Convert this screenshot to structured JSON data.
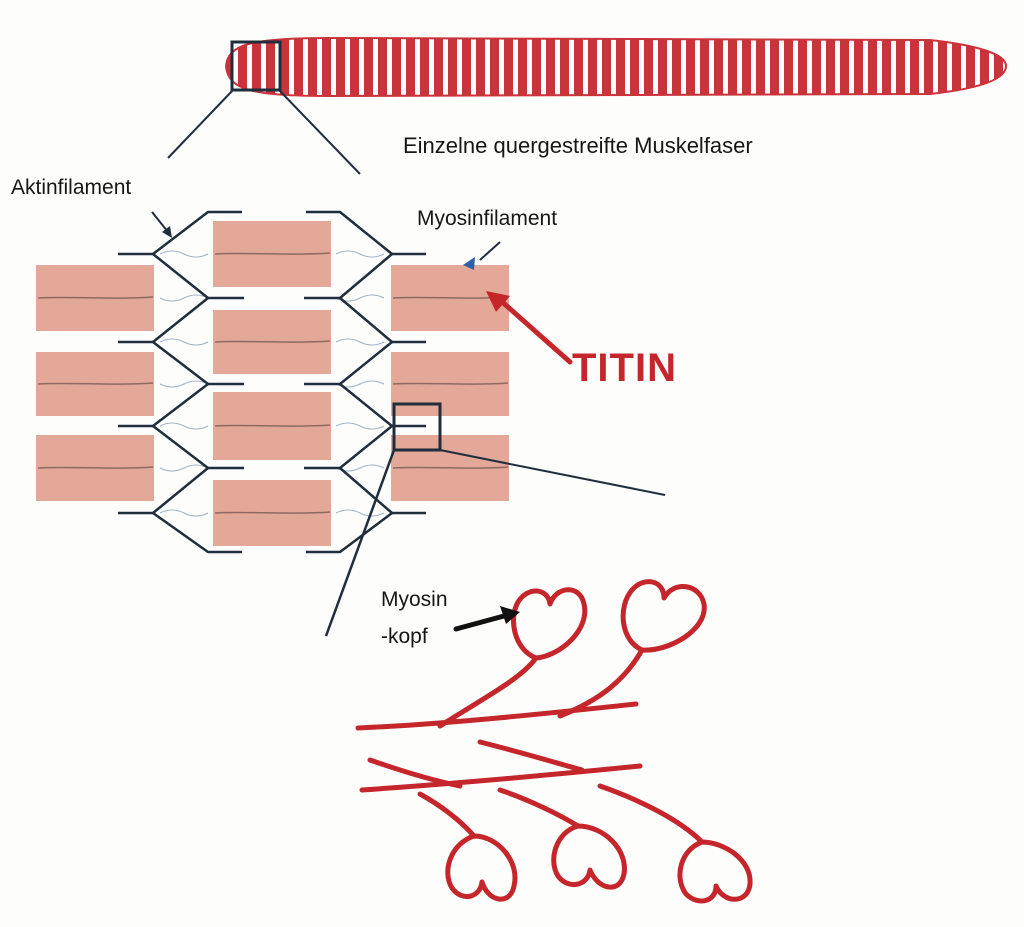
{
  "labels": {
    "fiber": "Einzelne quergestreifte Muskelfaser",
    "actin": "Aktinfilament",
    "myosin": "Myosinfilament",
    "titin": "TITIN",
    "myosin_head_line1": "Myosin",
    "myosin_head_line2": "-kopf"
  },
  "colors": {
    "red": "#c4262b",
    "salmon": "#e3a898",
    "navy": "#1f2d3c",
    "ink": "#161616",
    "marker_blue": "#2f5fa8"
  }
}
